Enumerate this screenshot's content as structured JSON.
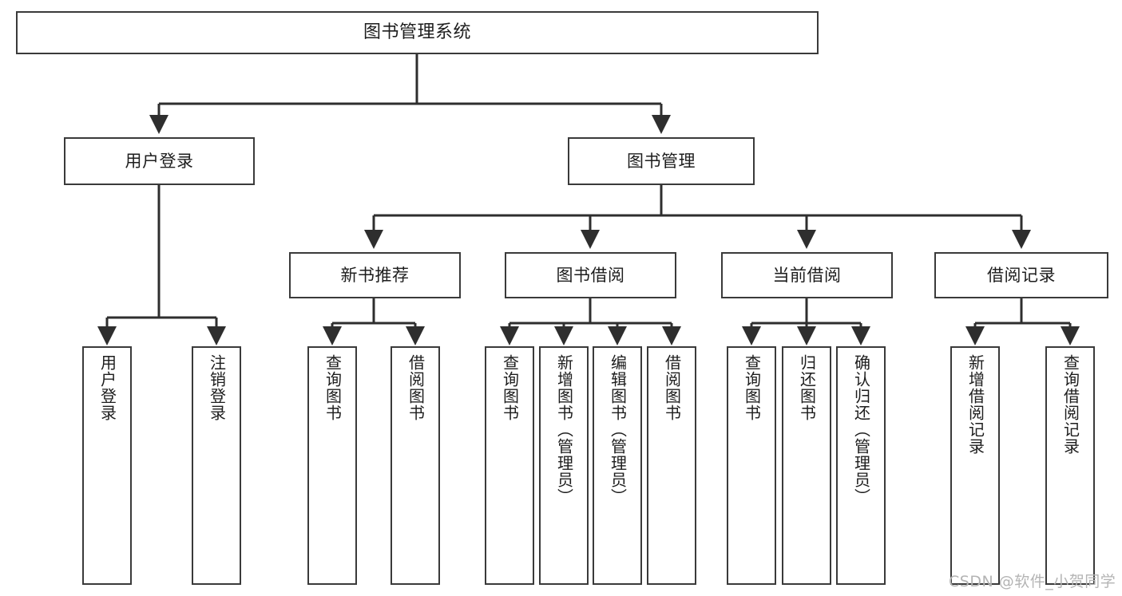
{
  "diagram": {
    "type": "tree-hierarchy-flowchart",
    "title": "图书管理系统",
    "background_color": "#ffffff",
    "line_color": "#3a3a3a",
    "text_color": "#1d1d1d",
    "levels": 4,
    "nodes": {
      "root": {
        "label": "图书管理系统"
      },
      "level2": [
        {
          "id": "user_login",
          "label": "用户登录"
        },
        {
          "id": "book_manage",
          "label": "图书管理"
        }
      ],
      "level3": [
        {
          "id": "new_book_rec",
          "label": "新书推荐"
        },
        {
          "id": "book_borrow",
          "label": "图书借阅"
        },
        {
          "id": "current_borrow",
          "label": "当前借阅"
        },
        {
          "id": "borrow_record",
          "label": "借阅记录"
        }
      ],
      "leaves": {
        "user_login": [
          {
            "id": "leaf_user_login",
            "label": "用户登录"
          },
          {
            "id": "leaf_logout",
            "label": "注销登录"
          }
        ],
        "new_book_rec": [
          {
            "id": "leaf_query_book_1",
            "label": "查询图书"
          },
          {
            "id": "leaf_borrow_book_1",
            "label": "借阅图书"
          }
        ],
        "book_borrow": [
          {
            "id": "leaf_query_book_2",
            "label": "查询图书"
          },
          {
            "id": "leaf_add_book",
            "label": "新增图书（管理员）"
          },
          {
            "id": "leaf_edit_book",
            "label": "编辑图书（管理员）"
          },
          {
            "id": "leaf_borrow_book_2",
            "label": "借阅图书"
          }
        ],
        "current_borrow": [
          {
            "id": "leaf_query_book_3",
            "label": "查询图书"
          },
          {
            "id": "leaf_return_book",
            "label": "归还图书"
          },
          {
            "id": "leaf_confirm_return",
            "label": "确认归还（管理员）"
          }
        ],
        "borrow_record": [
          {
            "id": "leaf_add_record",
            "label": "新增借阅记录"
          },
          {
            "id": "leaf_query_record",
            "label": "查询借阅记录"
          }
        ]
      }
    }
  },
  "watermark": {
    "text": "CSDN @软件_小贺同学",
    "color": "#b4b4b4"
  }
}
